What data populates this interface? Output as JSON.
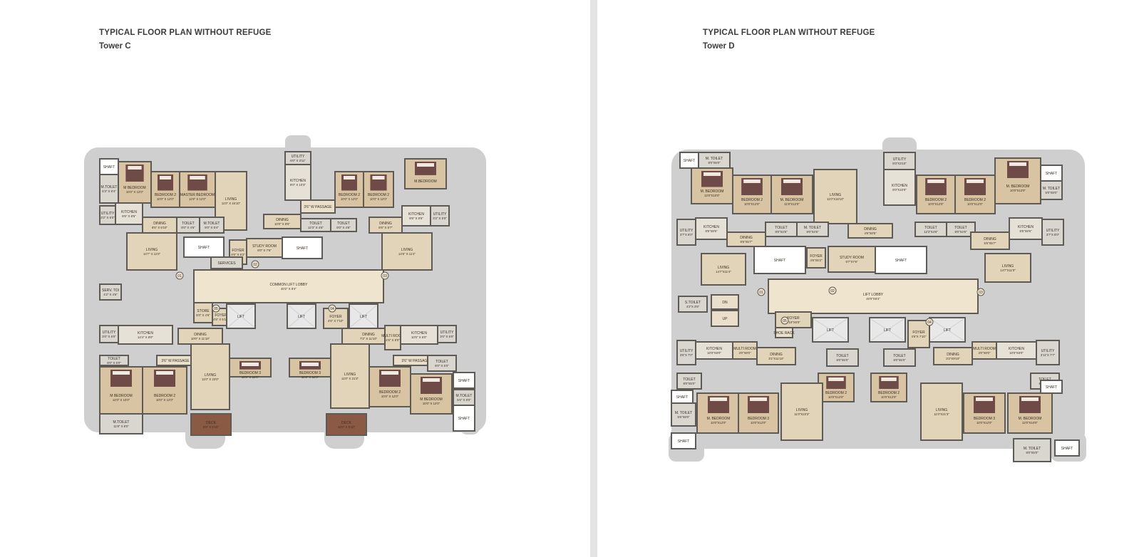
{
  "left": {
    "title": "TYPICAL FLOOR PLAN WITHOUT REFUGE",
    "subtitle": "Tower C",
    "rooms": [
      {
        "name": "SHAFT",
        "dim": ""
      },
      {
        "name": "M.TOILET",
        "dim": "5'3\" X 8'4\""
      },
      {
        "name": "M BEDROOM",
        "dim": "10'0\" X 12'0\""
      },
      {
        "name": "BEDROOM 2",
        "dim": "10'0\" X 12'0\""
      },
      {
        "name": "MASTER BEDROOM",
        "dim": "11'8\" X 12'0\""
      },
      {
        "name": "LIVING",
        "dim": "11'0\" X 16'10\""
      },
      {
        "name": "UTILITY",
        "dim": "6'0\" X 3'11\""
      },
      {
        "name": "KITCHEN",
        "dim": "8'0\" X 10'3\""
      },
      {
        "name": "3'6\" W PASSAGE",
        "dim": ""
      },
      {
        "name": "BEDROOM 2",
        "dim": "10'0\" X 12'0\""
      },
      {
        "name": "BEDROOM 2",
        "dim": "10'0\" X 12'0\""
      },
      {
        "name": "M.BEDROOM",
        "dim": ""
      },
      {
        "name": "UTILITY",
        "dim": "3'2\" X 6'0\""
      },
      {
        "name": "KITCHEN",
        "dim": "8'6\" X 8'6\""
      },
      {
        "name": "DINING",
        "dim": "8'6\" X 5'10\""
      },
      {
        "name": "TOILET",
        "dim": "8'0\" X 4'6\""
      },
      {
        "name": "M.TOILET",
        "dim": "8'0\" X 5'4\""
      },
      {
        "name": "DINING",
        "dim": "10'0\" X 8'5\""
      },
      {
        "name": "TOILET",
        "dim": "12'3\" X 4'6\""
      },
      {
        "name": "TOILET",
        "dim": "8'0\" X 4'6\""
      },
      {
        "name": "DINING",
        "dim": "8'6\" X 5'7\""
      },
      {
        "name": "KITCHEN",
        "dim": "8'6\" X 8'6\""
      },
      {
        "name": "UTILITY",
        "dim": "3'2\" X 6'0\""
      },
      {
        "name": "LIVING",
        "dim": "14'7\" X 11'0\""
      },
      {
        "name": "SHAFT",
        "dim": ""
      },
      {
        "name": "FOYER",
        "dim": "4'6\" X 5'2\""
      },
      {
        "name": "STUDY ROOM",
        "dim": "8'0\" X 7'6\""
      },
      {
        "name": "SHAFT",
        "dim": ""
      },
      {
        "name": "LIVING",
        "dim": "14'6\" X 11'4\""
      },
      {
        "name": "SERVICES",
        "dim": ""
      },
      {
        "name": "COMMON LIFT LOBBY",
        "dim": "40'2\" X 8'4\""
      },
      {
        "name": "SERV. TOI",
        "dim": "4'2\" X 4'6\""
      },
      {
        "name": "STORE",
        "dim": "5'0\" X 4'6\""
      },
      {
        "name": "FOYER",
        "dim": "4'5\" X 5'10\""
      },
      {
        "name": "LIFT",
        "dim": ""
      },
      {
        "name": "LIFT",
        "dim": ""
      },
      {
        "name": "LIFT",
        "dim": ""
      },
      {
        "name": "FOYER",
        "dim": "4'6\" X 7'10\""
      },
      {
        "name": "UTILITY",
        "dim": "3'0\" X 6'0\""
      },
      {
        "name": "KITCHEN",
        "dim": "14'4\" X 8'0\""
      },
      {
        "name": "DINING",
        "dim": "10'0\" X 11'10\""
      },
      {
        "name": "DINING",
        "dim": "7'2\" X 11'10\""
      },
      {
        "name": "MULTI ROOM",
        "dim": "4'6\" X 8'0\""
      },
      {
        "name": "KITCHEN",
        "dim": "10'0\" X 6'0\""
      },
      {
        "name": "UTILITY",
        "dim": "3'0\" X 6'0\""
      },
      {
        "name": "TOILET",
        "dim": "8'0\" X 5'0\""
      },
      {
        "name": "3'6\" W PASSAGE",
        "dim": ""
      },
      {
        "name": "LIVING",
        "dim": "11'0\" X 23'0\""
      },
      {
        "name": "BEDROOM 3",
        "dim": "10'0\" X 12'0\""
      },
      {
        "name": "BEDROOM 3",
        "dim": "10'0\" X 12'0\""
      },
      {
        "name": "LIVING",
        "dim": "11'0\" X 21'3\""
      },
      {
        "name": "3'6\" W PASSAGE",
        "dim": ""
      },
      {
        "name": "TOILET",
        "dim": "8'0\" X 5'0\""
      },
      {
        "name": "BEDROOM 2",
        "dim": "10'0\" X 12'0\""
      },
      {
        "name": "M BEDROOM",
        "dim": "12'0\" X 10'0\""
      },
      {
        "name": "BEDROOM 2",
        "dim": "10'0\" X 12'0\""
      },
      {
        "name": "M BEDROOM",
        "dim": "10'0\" X 12'0\""
      },
      {
        "name": "M.TOILET",
        "dim": "5'6\" X 8'0\""
      },
      {
        "name": "SHAFT",
        "dim": ""
      },
      {
        "name": "M.TOILET",
        "dim": "11'8\" X 8'0\""
      },
      {
        "name": "DECK",
        "dim": "9'8\" X 5'10\""
      },
      {
        "name": "DECK",
        "dim": "10'0\" X 5'10\""
      },
      {
        "name": "SHAFT",
        "dim": ""
      }
    ],
    "markers": [
      "01",
      "02",
      "03",
      "05",
      "04"
    ]
  },
  "right": {
    "title": "TYPICAL FLOOR PLAN WITHOUT REFUGE",
    "subtitle": "Tower D",
    "rooms": [
      {
        "name": "SHAFT",
        "dim": ""
      },
      {
        "name": "M. TOILET",
        "dim": "8'0\"X5'0\""
      },
      {
        "name": "M. BEDROOM",
        "dim": "12'0\"X10'0\""
      },
      {
        "name": "BEDROOM 2",
        "dim": "10'0\"X12'0\""
      },
      {
        "name": "M. BEDROOM",
        "dim": "11'8\"X12'0\""
      },
      {
        "name": "LIVING",
        "dim": "11'0\"X16'10\""
      },
      {
        "name": "UTILITY",
        "dim": "8'0\"X3'10\""
      },
      {
        "name": "KITCHEN",
        "dim": "8'0\"X10'0\""
      },
      {
        "name": "BEDROOM 2",
        "dim": "10'0\"X12'0\""
      },
      {
        "name": "BEDROOM 2",
        "dim": "10'0\"X12'0\""
      },
      {
        "name": "M. BEDROOM",
        "dim": "10'0\"X12'0\""
      },
      {
        "name": "SHAFT",
        "dim": ""
      },
      {
        "name": "M. TOILET",
        "dim": "5'0\"X8'0\""
      },
      {
        "name": "UTILITY",
        "dim": "3'7\"X 8'0\""
      },
      {
        "name": "KITCHEN",
        "dim": "8'5\"X8'6\""
      },
      {
        "name": "DINING",
        "dim": "8'6\"X5'7\""
      },
      {
        "name": "TOILET",
        "dim": "8'0\"X4'6\""
      },
      {
        "name": "M. TOILET",
        "dim": "8'0\"X4'6\""
      },
      {
        "name": "DINING",
        "dim": "4'9\"X8'5\""
      },
      {
        "name": "TOILET",
        "dim": "12'3\"X4'6\""
      },
      {
        "name": "TOILET",
        "dim": "8'0\"X4'6\""
      },
      {
        "name": "DINING",
        "dim": "5'6\"X5'7\""
      },
      {
        "name": "KITCHEN",
        "dim": "8'5\"X8'6\""
      },
      {
        "name": "UTILITY",
        "dim": "3'7\"X 8'0\""
      },
      {
        "name": "LIVING",
        "dim": "14'7\"X11'4\""
      },
      {
        "name": "SHAFT",
        "dim": ""
      },
      {
        "name": "FOYER",
        "dim": "4'6\"X5'2\""
      },
      {
        "name": "STUDY ROOM",
        "dim": "6'7\"X7'6\""
      },
      {
        "name": "SHAFT",
        "dim": ""
      },
      {
        "name": "LIVING",
        "dim": "14'7\"X11'0\""
      },
      {
        "name": "LIFT LOBBY",
        "dim": "40'0\"X8'4\""
      },
      {
        "name": "S.TOILET",
        "dim": "4'2\"X 3'6\""
      },
      {
        "name": "DN",
        "dim": ""
      },
      {
        "name": "UP",
        "dim": ""
      },
      {
        "name": "FOYER",
        "dim": "7'10\"X6'0\""
      },
      {
        "name": "SHOE RACK",
        "dim": ""
      },
      {
        "name": "LIFT",
        "dim": ""
      },
      {
        "name": "LIFT",
        "dim": ""
      },
      {
        "name": "LIFT",
        "dim": ""
      },
      {
        "name": "FOYER",
        "dim": "4'6\"X 7'10\""
      },
      {
        "name": "UTILITY",
        "dim": "3'6\"X 7'0\""
      },
      {
        "name": "KITCHEN",
        "dim": "10'0\"X8'0\""
      },
      {
        "name": "MULTI ROOM",
        "dim": "4'0\"X8'0\""
      },
      {
        "name": "DINING",
        "dim": "3'1\"X11'10\""
      },
      {
        "name": "DINING",
        "dim": "3'2\"X9'10\""
      },
      {
        "name": "MULTI ROOM",
        "dim": "4'0\"X8'0\""
      },
      {
        "name": "KITCHEN",
        "dim": "10'0\"X8'0\""
      },
      {
        "name": "UTILITY",
        "dim": "3'11\"X 7'7\""
      },
      {
        "name": "TOILET",
        "dim": "8'0\"X5'0\""
      },
      {
        "name": "TOILET",
        "dim": "8'0\"X5'0\""
      },
      {
        "name": "TOILET",
        "dim": "8'0\"X5'0\""
      },
      {
        "name": "TOILET",
        "dim": "8'0\"X5'0\""
      },
      {
        "name": "BEDROOM 2",
        "dim": "10'0\"X12'0\""
      },
      {
        "name": "BEDROOM 2",
        "dim": "10'0\"X12'0\""
      },
      {
        "name": "M. BEDROOM",
        "dim": "10'0\"X12'0\""
      },
      {
        "name": "BEDROOM 3",
        "dim": "10'0\"X12'0\""
      },
      {
        "name": "LIVING",
        "dim": "11'0\"X23'3\""
      },
      {
        "name": "LIVING",
        "dim": "11'0\"X21'3\""
      },
      {
        "name": "BEDROOM 3",
        "dim": "10'0\"X12'0\""
      },
      {
        "name": "M. BEDROOM",
        "dim": "12'0\"X10'0\""
      },
      {
        "name": "SHAFT",
        "dim": ""
      },
      {
        "name": "M. TOILET",
        "dim": "5'6\"X8'0\""
      },
      {
        "name": "SHAFT",
        "dim": ""
      },
      {
        "name": "M. TOILET",
        "dim": "8'0\"X5'0\""
      },
      {
        "name": "SHAFT",
        "dim": ""
      },
      {
        "name": "SHAFT",
        "dim": ""
      }
    ],
    "markers": [
      "01",
      "02",
      "03",
      "05",
      "04"
    ]
  }
}
